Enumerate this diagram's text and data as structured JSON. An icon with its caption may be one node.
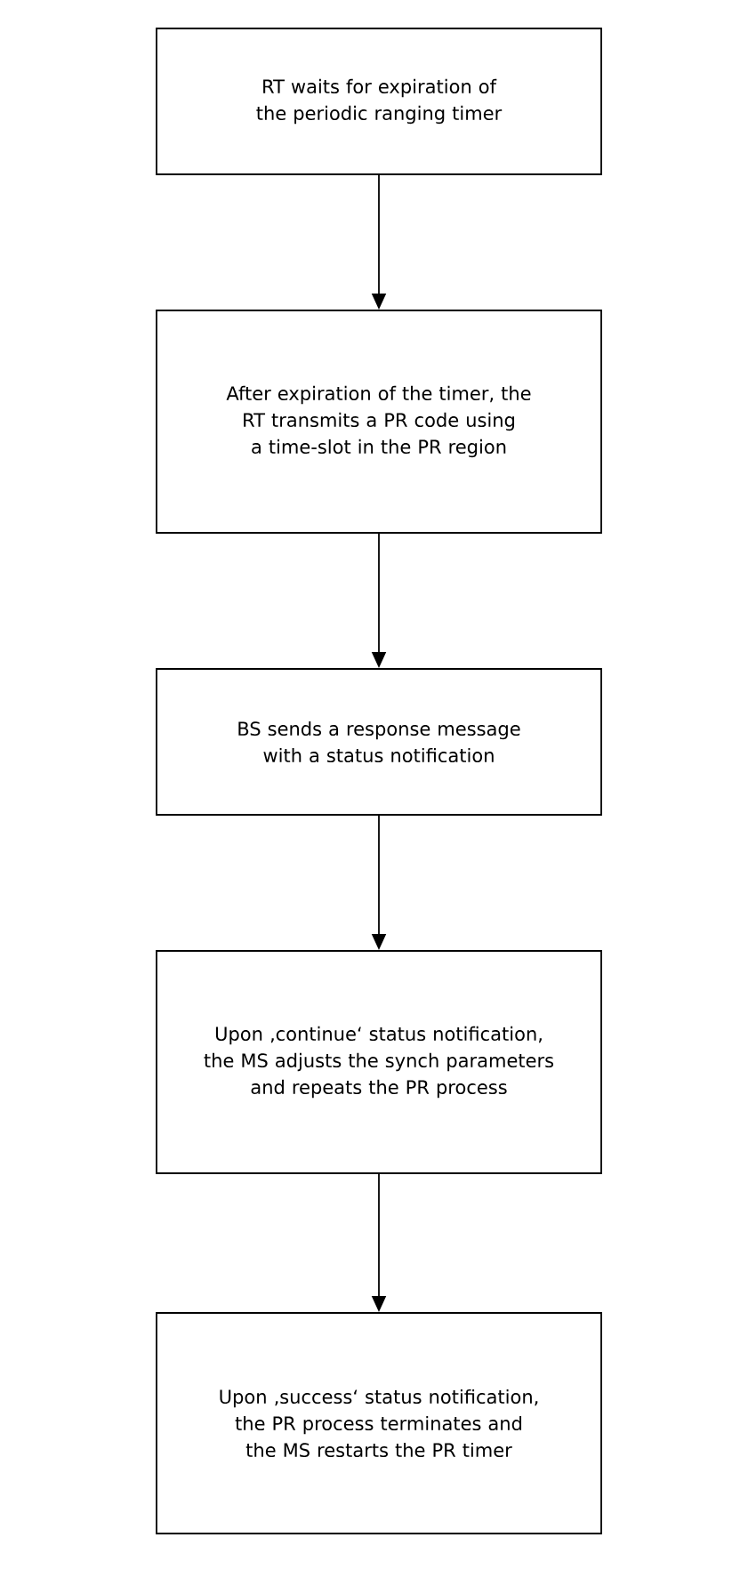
{
  "diagram": {
    "nodes": [
      {
        "text": [
          "RT waits for expiration of the periodic ranging timer"
        ]
      },
      {
        "text": [
          "After expiration of the timer, the RT transmits a PR code using a time-slot in the PR region"
        ]
      },
      {
        "text": [
          "BS sends a response message with a status notification"
        ]
      },
      {
        "text": [
          "Upon ‚continue‘ status notification, the MS adjusts the synch parameters and repeats the PR process"
        ]
      },
      {
        "text": [
          "Upon ‚success‘ status notification, the PR process terminates and the MS restarts the PR timer"
        ]
      }
    ],
    "edges": [
      {
        "from": 0,
        "to": 1,
        "arrow": "to"
      },
      {
        "from": 1,
        "to": 2,
        "arrow": "to"
      },
      {
        "from": 2,
        "to": 3,
        "arrow": "to"
      },
      {
        "from": 3,
        "to": 4,
        "arrow": "to"
      }
    ]
  }
}
